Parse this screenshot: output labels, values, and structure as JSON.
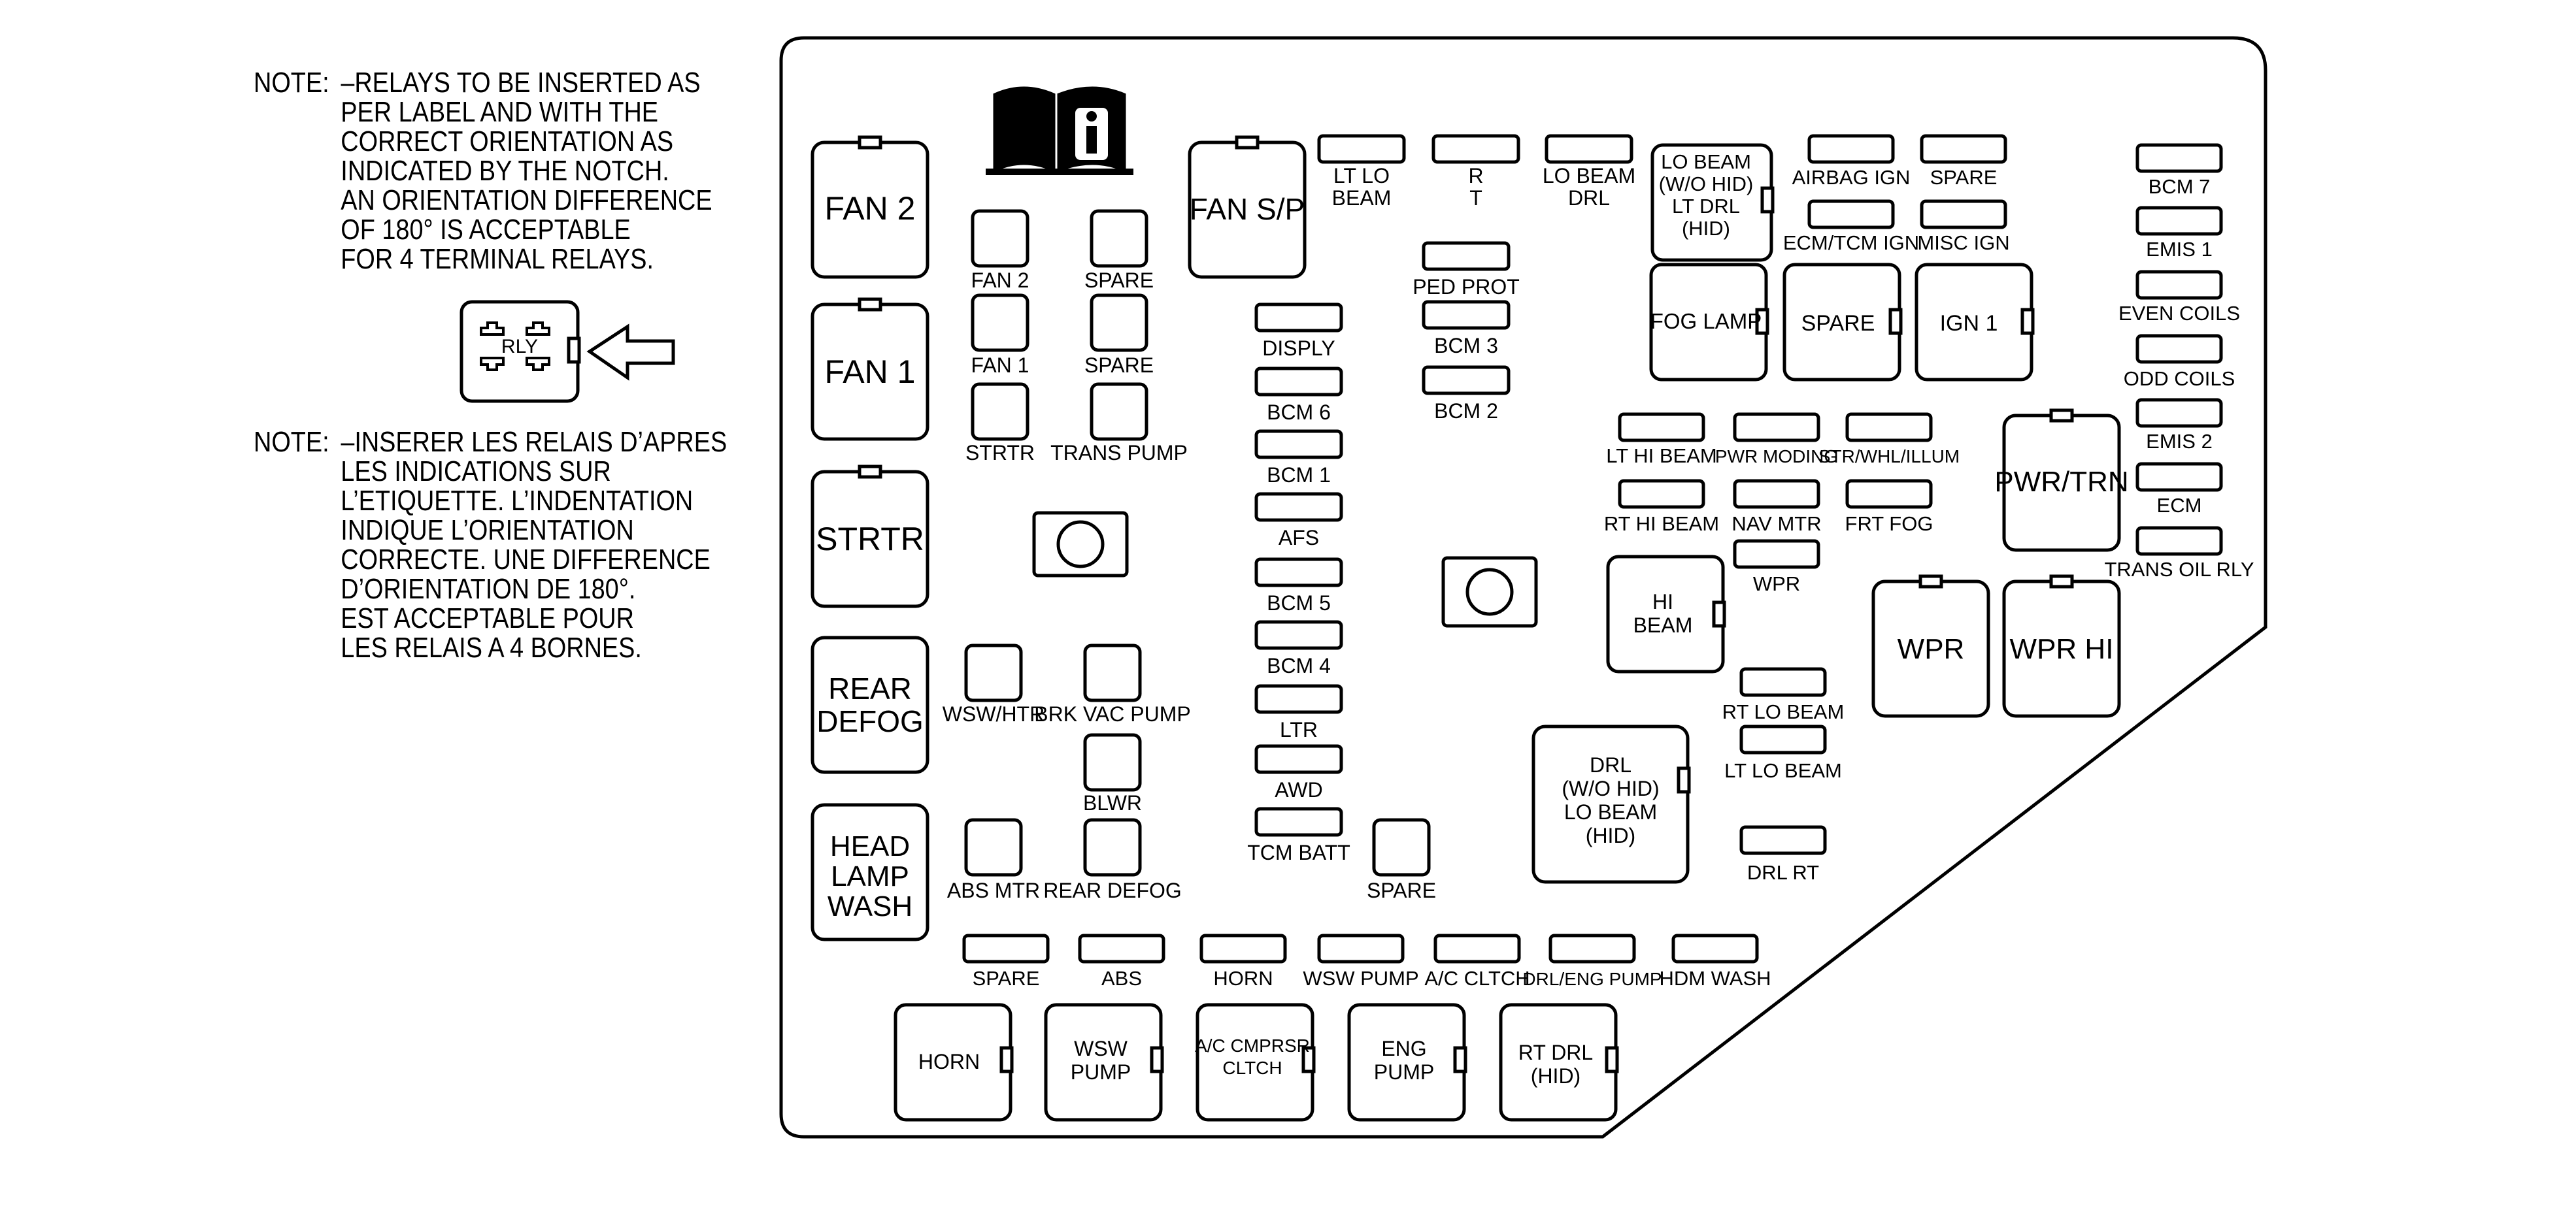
{
  "notes": {
    "en": {
      "label": "NOTE:",
      "lines": [
        "–RELAYS TO BE INSERTED AS",
        "PER LABEL AND WITH THE",
        "CORRECT ORIENTATION AS",
        "INDICATED BY THE NOTCH.",
        "AN ORIENTATION DIFFERENCE",
        "OF 180° IS ACCEPTABLE",
        "FOR 4 TERMINAL RELAYS."
      ]
    },
    "fr": {
      "label": "NOTE:",
      "lines": [
        "–INSERER LES RELAIS D’APRES",
        "LES INDICATIONS SUR",
        "L’ETIQUETTE. L’INDENTATION",
        "INDIQUE L’ORIENTATION",
        "CORRECTE. UNE DIFFERENCE",
        "D’ORIENTATION DE 180°.",
        "EST ACCEPTABLE POUR",
        "LES RELAIS A 4 BORNES."
      ]
    }
  },
  "legend": {
    "relay_label": "RLY"
  },
  "relays": {
    "fan2": "FAN 2",
    "fan1": "FAN 1",
    "strtr": "STRTR",
    "rear_defog": [
      "REAR",
      "DEFOG"
    ],
    "head_lamp_wash": [
      "HEAD",
      "LAMP",
      "WASH"
    ],
    "fan_sp": "FAN S/P",
    "lo_beam": [
      "LO BEAM",
      "(W/O HID)",
      "LT DRL",
      "(HID)"
    ],
    "fog_lamp": "FOG LAMP",
    "spare": "SPARE",
    "ign1": "IGN 1",
    "pwr_trn": "PWR/TRN",
    "hi_beam": [
      "HI",
      "BEAM"
    ],
    "wpr": "WPR",
    "wpr_hi": "WPR HI",
    "drl": [
      "DRL",
      "(W/O HID)",
      "LO BEAM",
      "(HID)"
    ],
    "horn": "HORN",
    "wsw_pump": [
      "WSW",
      "PUMP"
    ],
    "ac_cmprsr": [
      "A/C CMPRSR",
      "CLTCH"
    ],
    "eng_pump": [
      "ENG",
      "PUMP"
    ],
    "rt_drl": [
      "RT DRL",
      "(HID)"
    ]
  },
  "mini_relays": {
    "fan2": "FAN 2",
    "spare1": "SPARE",
    "fan1": "FAN 1",
    "spare2": "SPARE",
    "strtr": "STRTR",
    "trans_pump": "TRANS PUMP",
    "wsw_htr": "WSW/HTR",
    "brk_vac_pump": "BRK VAC PUMP",
    "blwr": "BLWR",
    "abs_mtr": "ABS MTR",
    "rear_defog": "REAR DEFOG",
    "spare3": "SPARE"
  },
  "fuses": {
    "lt_lo_beam": [
      "LT LO",
      "BEAM"
    ],
    "rt_lo_beam": "RT LO BEAM",
    "lo_beam_drl": [
      "LO BEAM",
      "DRL"
    ],
    "airbag_ign": "AIRBAG IGN",
    "spare_top": "SPARE",
    "ecm_tcm_ign": "ECM/TCM IGN",
    "misc_ign": "MISC IGN",
    "bcm7": "BCM 7",
    "emis1": "EMIS 1",
    "even_coils": "EVEN COILS",
    "odd_coils": "ODD COILS",
    "emis2": "EMIS 2",
    "ecm": "ECM",
    "trans_oil_rly": "TRANS OIL RLY",
    "ped_prot": "PED PROT",
    "bcm3": "BCM 3",
    "bcm2": "BCM 2",
    "disply": "DISPLY",
    "bcm6": "BCM 6",
    "bcm1": "BCM 1",
    "afs": "AFS",
    "bcm5": "BCM 5",
    "bcm4": "BCM 4",
    "ltr": "LTR",
    "awd": "AWD",
    "tcm_batt": "TCM BATT",
    "lt_hi_beam": "LT HI BEAM",
    "pwr_moding": "PWR MODING",
    "str_whl_illum": "STR/WHL/ILLUM",
    "rt_hi_beam": "RT HI BEAM",
    "nav_mtr": "NAV MTR",
    "frt_fog": "FRT FOG",
    "wpr": "WPR",
    "lt_lo_beam2": "LT LO BEAM",
    "drl_rt": "DRL RT",
    "spare_bottom": "SPARE",
    "abs": "ABS",
    "horn": "HORN",
    "wsw_pump": "WSW PUMP",
    "ac_cltch": "A/C CLTCH",
    "drl_eng_pump": "DRL/ENG PUMP",
    "hdm_wash": "HDM WASH"
  }
}
